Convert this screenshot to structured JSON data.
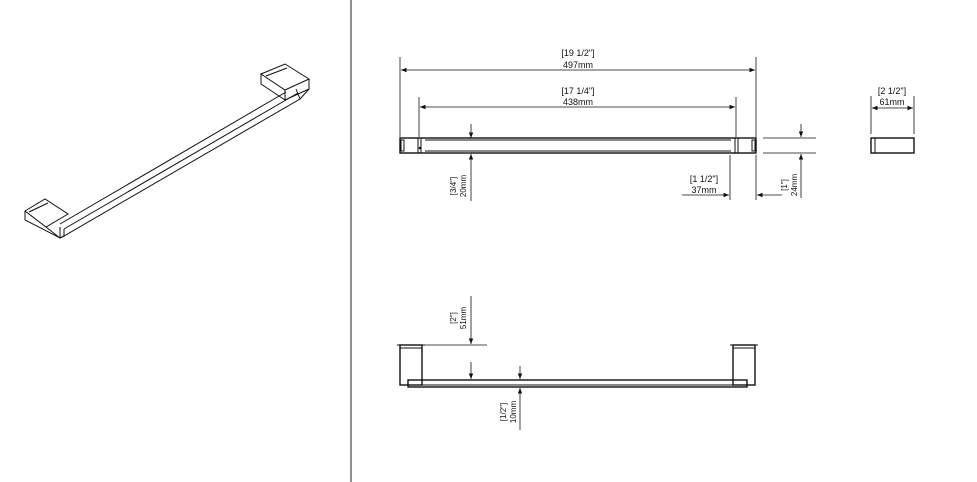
{
  "dims": {
    "overall_in": "[19 1/2\"]",
    "overall_mm": "497mm",
    "center_in": "[17 1/4\"]",
    "center_mm": "438mm",
    "bar_h_in": "[3/4\"]",
    "bar_h_mm": "20mm",
    "post_w_in": "[1 1/2\"]",
    "post_w_mm": "37mm",
    "post_h_in": "[1\"]",
    "post_h_mm": "24mm",
    "side_in": "[2 1/2\"]",
    "side_mm": "61mm",
    "proj_in": "[2\"]",
    "proj_mm": "51mm",
    "thick_in": "[1/2\"]",
    "thick_mm": "10mm"
  }
}
